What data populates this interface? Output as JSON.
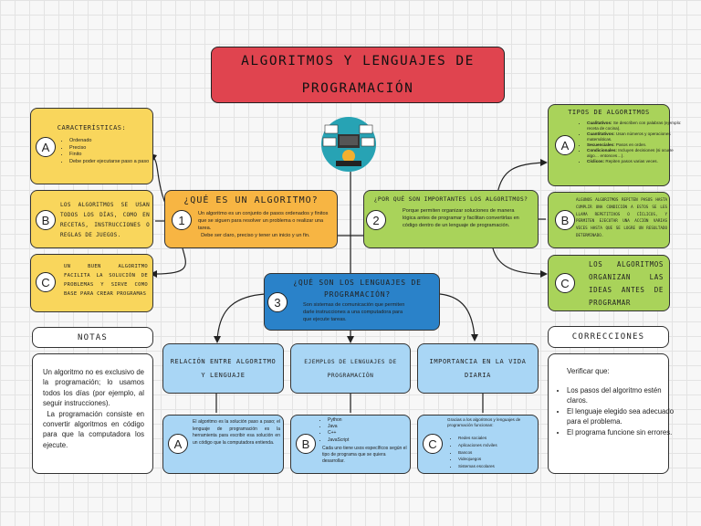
{
  "title": "ALGORITMOS Y LENGUAJES DE PROGRAMACIÓN",
  "colors": {
    "title_bg": "#e0444f",
    "yellow": "#f9d65c",
    "orange": "#f7b543",
    "green": "#a9d35a",
    "blue": "#2a82c9",
    "lightblue": "#a9d6f5"
  },
  "left": {
    "a": {
      "letter": "A",
      "heading": "CARACTERÍSTICAS:",
      "items": [
        "Ordenado",
        "Preciso",
        "Finito",
        "Debe poder ejecutarse paso a paso"
      ]
    },
    "b": {
      "letter": "B",
      "text": "LOS ALGORITMOS SE USAN TODOS LOS DÍAS, COMO EN RECETAS, INSTRUCCIONES O REGLAS DE JUEGOS."
    },
    "c": {
      "letter": "C",
      "text": "UN BUEN ALGORITMO FACILITA LA SOLUCIÓN DE PROBLEMAS Y SIRVE COMO BASE PARA CREAR PROGRAMAS"
    }
  },
  "right": {
    "a": {
      "letter": "A",
      "heading": "TIPOS DE ALGORITMOS",
      "items": [
        {
          "bold": "Cualitativos:",
          "text": " Se describen con palabras (ejemplo: receta de cocina)."
        },
        {
          "bold": "Cuantitativos:",
          "text": " Usan números y operaciones matemáticas."
        },
        {
          "bold": "Secuenciales:",
          "text": " Pasos en orden."
        },
        {
          "bold": "Condicionales:",
          "text": " Incluyen decisiones (si ocurre algo… entonces…)."
        },
        {
          "bold": "Cíclicos:",
          "text": " Repiten pasos varias veces."
        }
      ]
    },
    "b": {
      "letter": "B",
      "text": "ALGUNOS ALGORITMOS REPITEN PASOS HASTA CUMPLIR UNA CONDICIÓN A ESTOS SE LES LLAMA REPETITIVOS O CÍCLICOS, Y PERMITEN EJECUTAR UNA ACCIÓN VARIAS VECES HASTA QUE SE LOGRE UN RESULTADO DETERMINADO."
    },
    "c": {
      "letter": "C",
      "text": "LOS ALGORITMOS ORGANIZAN LAS IDEAS ANTES DE PROGRAMAR"
    }
  },
  "q1": {
    "num": "1",
    "title": "¿QUÉ ES UN ALGORITMO?",
    "text": "Un algoritmo es un conjunto de pasos ordenados y finitos que se siguen para resolver un problema o realizar una tarea.",
    "text2": "Debe ser claro, preciso y tener un inicio y un fin."
  },
  "q2": {
    "num": "2",
    "title": "¿POR QUÉ SON IMPORTANTES LOS ALGORITMOS?",
    "text": "Porque permiten organizar soluciones de manera lógica antes de programar y facilitan convertirlas en código dentro de un lenguaje de programación."
  },
  "q3": {
    "num": "3",
    "title": "¿QUÉ SON LOS LENGUAJES DE PROGRAMACIÓN?",
    "text": "Son sistemas de comunicación que permiten darle instrucciones a una computadora para que ejecute tareas."
  },
  "bottom": {
    "relacion": {
      "title": "RELACIÓN ENTRE ALGORITMO Y LENGUAJE",
      "letter": "A",
      "text": "El algoritmo es la solución paso a paso; el lenguaje de programación es la herramienta para escribir esa solución en un código que la computadora entienda."
    },
    "ejemplos": {
      "title": "EJEMPLOS DE LENGUAJES DE PROGRAMACIÓN",
      "letter": "B",
      "items": [
        "Python",
        "Java",
        "C++",
        "JavaScript"
      ],
      "text": "Cada uno tiene usos específicos según el tipo de programa que se quiera desarrollar."
    },
    "importancia": {
      "title": "IMPORTANCIA EN LA VIDA DIARIA",
      "letter": "C",
      "intro": "Gracias a los algoritmos y lenguajes de programación funcionan:",
      "items": [
        "Redes sociales",
        "Aplicaciones móviles",
        "Bancos",
        "Videojuegos",
        "Sistemas escolares"
      ]
    }
  },
  "notas": {
    "title": "NOTAS",
    "text": "Un algoritmo no es exclusivo de la programación; lo usamos todos los días (por ejemplo, al seguir instrucciones).",
    "text2": "La programación consiste en convertir algoritmos en código para que la computadora los ejecute."
  },
  "correcciones": {
    "title": "CORRECCIONES",
    "intro": "Verificar que:",
    "items": [
      "Los pasos del algoritmo estén claros.",
      "El lenguaje elegido sea adecuado para el problema.",
      "El programa funcione sin errores."
    ]
  }
}
